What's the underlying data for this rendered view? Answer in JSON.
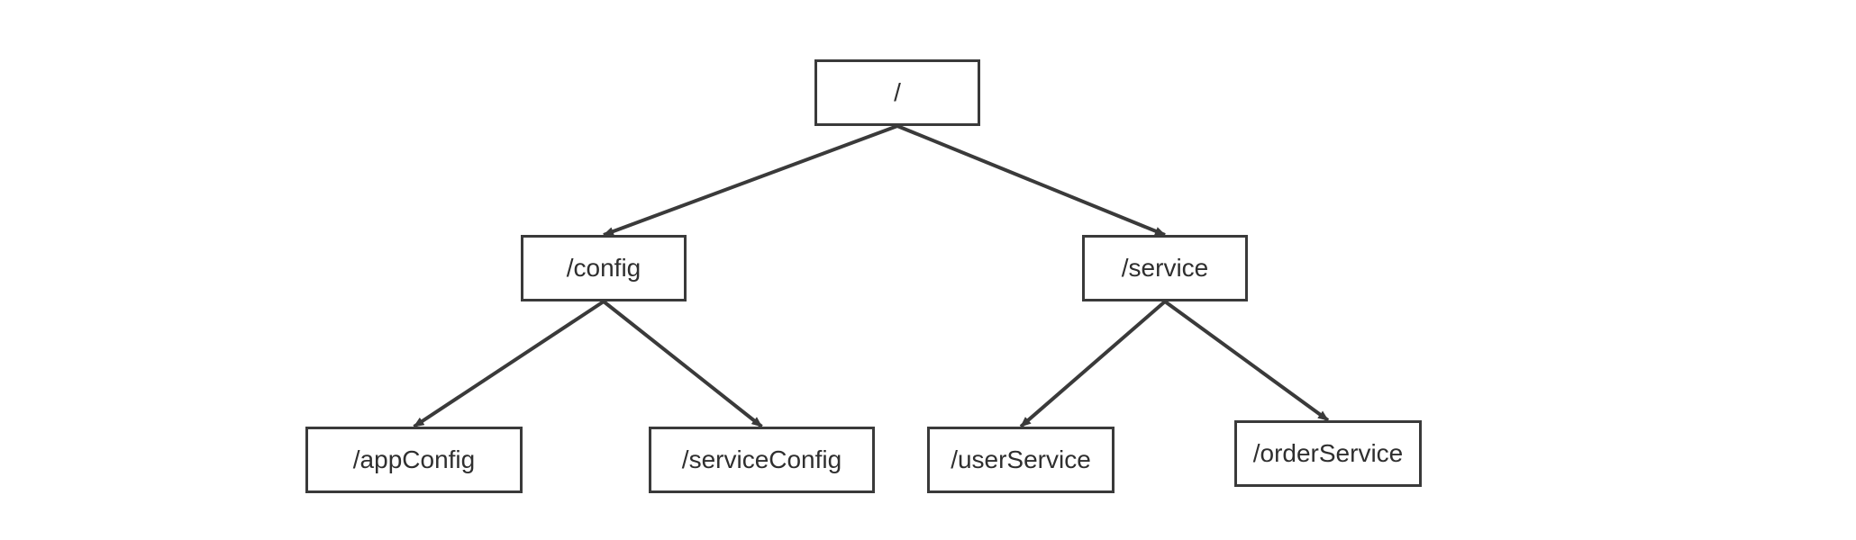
{
  "diagram": {
    "nodes": [
      {
        "id": "root",
        "label": "/"
      },
      {
        "id": "config",
        "label": "/config"
      },
      {
        "id": "service",
        "label": "/service"
      },
      {
        "id": "appconfig",
        "label": "/appConfig"
      },
      {
        "id": "serviceconfig",
        "label": "/serviceConfig"
      },
      {
        "id": "userservice",
        "label": "/userService"
      },
      {
        "id": "orderservice",
        "label": "/orderService"
      }
    ],
    "edges": [
      {
        "from": "root",
        "to": "config"
      },
      {
        "from": "root",
        "to": "service"
      },
      {
        "from": "config",
        "to": "appconfig"
      },
      {
        "from": "config",
        "to": "serviceconfig"
      },
      {
        "from": "service",
        "to": "userservice"
      },
      {
        "from": "service",
        "to": "orderservice"
      }
    ],
    "colors": {
      "stroke": "#3a3a3a",
      "text": "#2f2f2f",
      "background": "#ffffff"
    }
  }
}
